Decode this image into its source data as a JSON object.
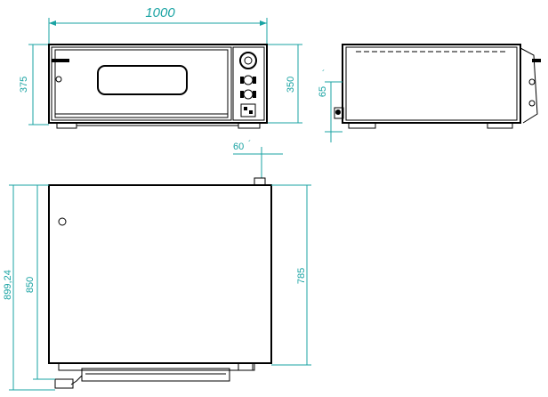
{
  "dimensions": {
    "front_width": "1000",
    "front_height_outer": "375",
    "front_height_inner": "350",
    "side_leg": "65",
    "side_leg_unit": "´",
    "top_offset": "60",
    "top_offset_unit": "´",
    "top_depth_total": "899,24",
    "top_depth_body": "850",
    "top_depth_inner": "785"
  },
  "colors": {
    "dimension_lines": "#1aa3a3",
    "object_lines": "#000000"
  }
}
